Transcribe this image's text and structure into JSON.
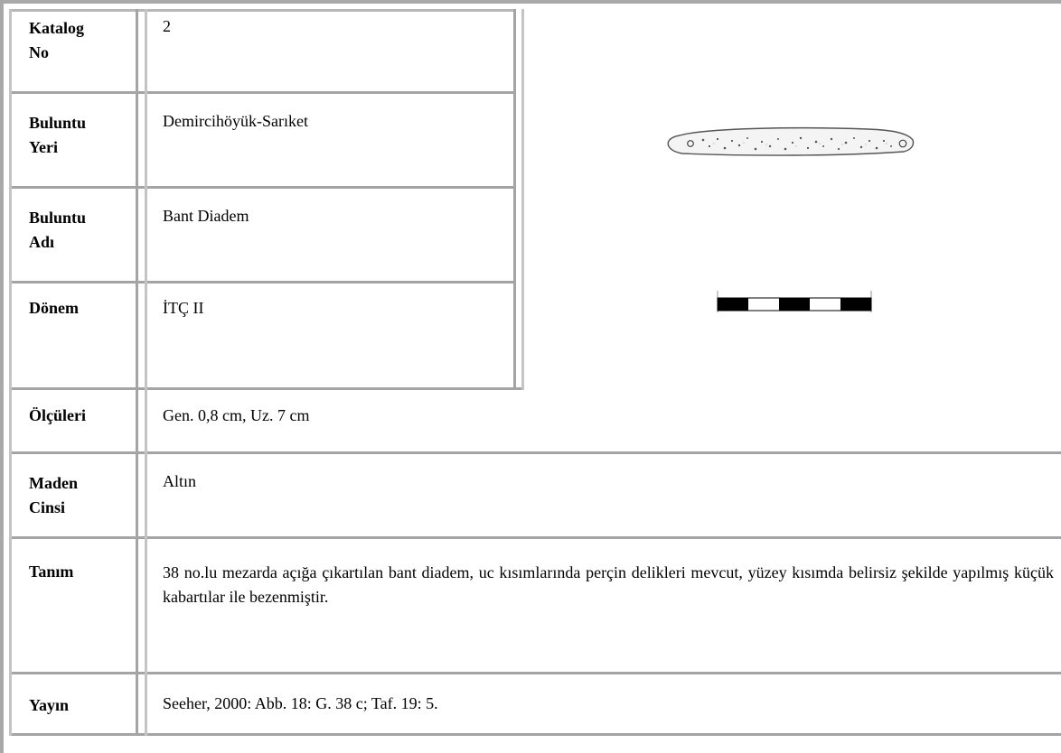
{
  "catalog": {
    "rows": [
      {
        "label": "Katalog\nNo",
        "value": "2"
      },
      {
        "label": "Buluntu\nYeri",
        "value": "Demircihöyük-Sarıket"
      },
      {
        "label": "Buluntu\nAdı",
        "value": "Bant Diadem"
      },
      {
        "label": "Dönem",
        "value": "İTÇ II"
      },
      {
        "label": "Ölçüleri",
        "value": "Gen. 0,8 cm, Uz. 7 cm"
      },
      {
        "label": "Maden\nCinsi",
        "value": "Altın"
      },
      {
        "label": "Tanım",
        "value": "38 no.lu mezarda açığa çıkartılan bant diadem, uc kısımlarında perçin delikleri mevcut, yüzey kısımda belirsiz şekilde yapılmış küçük kabartılar ile bezenmiştir."
      },
      {
        "label": "Yayın",
        "value": "Seeher, 2000: Abb. 18: G. 38 c; Taf. 19: 5."
      }
    ]
  },
  "image": {
    "subject": "diadem-drawing",
    "scale_bar": "scale-bar"
  }
}
